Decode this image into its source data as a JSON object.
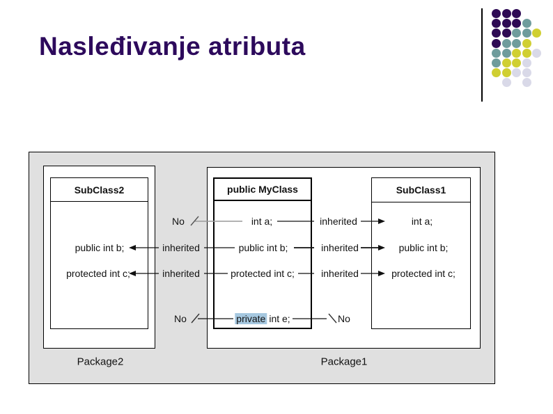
{
  "slide": {
    "title": "Nasleđivanje atributa"
  },
  "diagram": {
    "packages": {
      "package2": "Package2",
      "package1": "Package1"
    },
    "subclass2": {
      "title": "SubClass2",
      "attr_b": "public int b;",
      "attr_c": "protected int c;"
    },
    "myclass": {
      "title": "public MyClass",
      "attr_a": "int a;",
      "attr_b": "public int b;",
      "attr_c": "protected int c;",
      "attr_e_highlight": "private",
      "attr_e_rest": "int e;"
    },
    "subclass1": {
      "title": "SubClass1",
      "attr_a": "int a;",
      "attr_b": "public int b;",
      "attr_c": "protected int c;"
    },
    "connectors": {
      "left_a_no": "No",
      "left_b_inherited": "inherited",
      "left_c_inherited": "inherited",
      "left_e_no": "No",
      "right_a_inherited": "inherited",
      "right_b_inherited": "inherited",
      "right_c_inherited": "inherited",
      "right_e_no": "No"
    }
  },
  "decoration": {
    "grid": [
      "PPP..",
      "PPPT.",
      "PPTTY",
      "PTTY.",
      "TTYYL",
      "TYYL.",
      "YYLL.",
      ".L.L."
    ],
    "colors": {
      "P": "#2e0a54",
      "T": "#6f9c9c",
      "Y": "#d0cf32",
      "L": "#d9d9e8"
    }
  },
  "colors": {
    "title_text": "#2d0a5c",
    "diagram_background": "#e0e0e0",
    "private_highlight": "#a6c8e0",
    "blocked_line_gray": "#9a9a9a"
  }
}
